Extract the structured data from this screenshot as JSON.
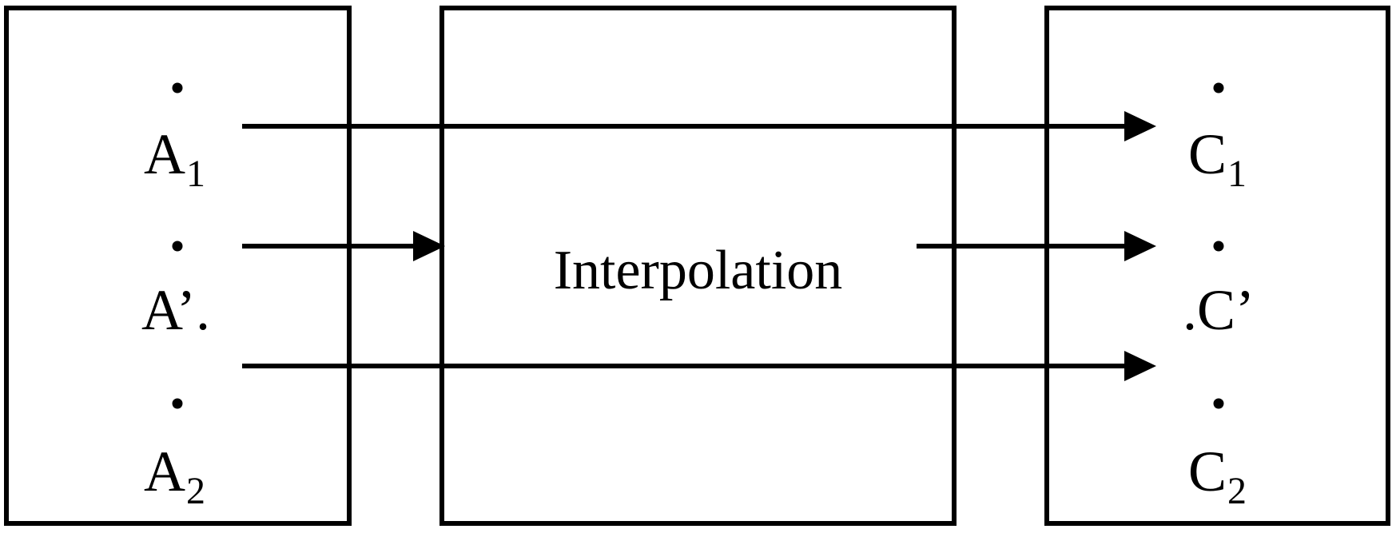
{
  "diagram": {
    "background_color": "#ffffff",
    "stroke_color": "#000000",
    "boxes": {
      "source": {
        "name": "source-box",
        "items": [
          {
            "kind": "dot"
          },
          {
            "kind": "label",
            "text": "A",
            "subscript": "1"
          },
          {
            "kind": "dot"
          },
          {
            "kind": "label",
            "text": "A’.",
            "subscript": ""
          },
          {
            "kind": "dot"
          },
          {
            "kind": "label",
            "text": "A",
            "subscript": "2"
          }
        ]
      },
      "process": {
        "name": "process-box",
        "label": "Interpolation"
      },
      "target": {
        "name": "target-box",
        "items": [
          {
            "kind": "dot"
          },
          {
            "kind": "label",
            "text": "C",
            "subscript": "1"
          },
          {
            "kind": "dot"
          },
          {
            "kind": "label",
            "text": ".C’",
            "subscript": ""
          },
          {
            "kind": "dot"
          },
          {
            "kind": "label",
            "text": "C",
            "subscript": "2"
          }
        ]
      }
    },
    "arrows": [
      {
        "name": "top-arrow",
        "from": "source-box",
        "to": "target-box",
        "passes_through": "process-box"
      },
      {
        "name": "middle-arrow-in",
        "from": "source-box",
        "to": "process-box"
      },
      {
        "name": "middle-arrow-out",
        "from": "process-box",
        "to": "target-box"
      },
      {
        "name": "bottom-arrow",
        "from": "source-box",
        "to": "target-box",
        "passes_through": "process-box"
      }
    ]
  }
}
